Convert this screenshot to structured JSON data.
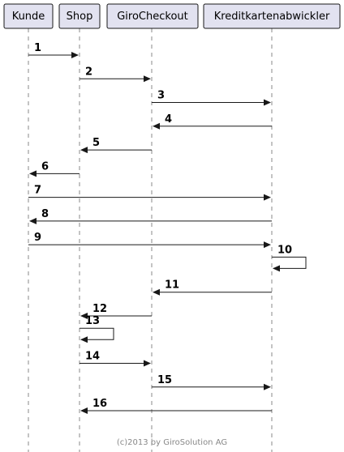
{
  "participants": [
    {
      "id": "kunde",
      "label": "Kunde"
    },
    {
      "id": "shop",
      "label": "Shop"
    },
    {
      "id": "girocheckout",
      "label": "GiroCheckout"
    },
    {
      "id": "kreditkarten",
      "label": "Kreditkartenabwickler"
    }
  ],
  "messages": [
    {
      "label": "1",
      "from": "kunde",
      "to": "shop"
    },
    {
      "label": "2",
      "from": "shop",
      "to": "girocheckout"
    },
    {
      "label": "3",
      "from": "girocheckout",
      "to": "kreditkarten"
    },
    {
      "label": "4",
      "from": "kreditkarten",
      "to": "girocheckout"
    },
    {
      "label": "5",
      "from": "girocheckout",
      "to": "shop"
    },
    {
      "label": "6",
      "from": "shop",
      "to": "kunde"
    },
    {
      "label": "7",
      "from": "kunde",
      "to": "kreditkarten"
    },
    {
      "label": "8",
      "from": "kreditkarten",
      "to": "kunde"
    },
    {
      "label": "9",
      "from": "kunde",
      "to": "kreditkarten"
    },
    {
      "label": "10",
      "from": "kreditkarten",
      "to": "kreditkarten"
    },
    {
      "label": "11",
      "from": "kreditkarten",
      "to": "girocheckout"
    },
    {
      "label": "12",
      "from": "girocheckout",
      "to": "shop"
    },
    {
      "label": "13",
      "from": "shop",
      "to": "shop"
    },
    {
      "label": "14",
      "from": "shop",
      "to": "girocheckout"
    },
    {
      "label": "15",
      "from": "girocheckout",
      "to": "kreditkarten"
    },
    {
      "label": "16",
      "from": "kreditkarten",
      "to": "shop"
    }
  ],
  "footer": "(c)2013 by GiroSolution AG"
}
